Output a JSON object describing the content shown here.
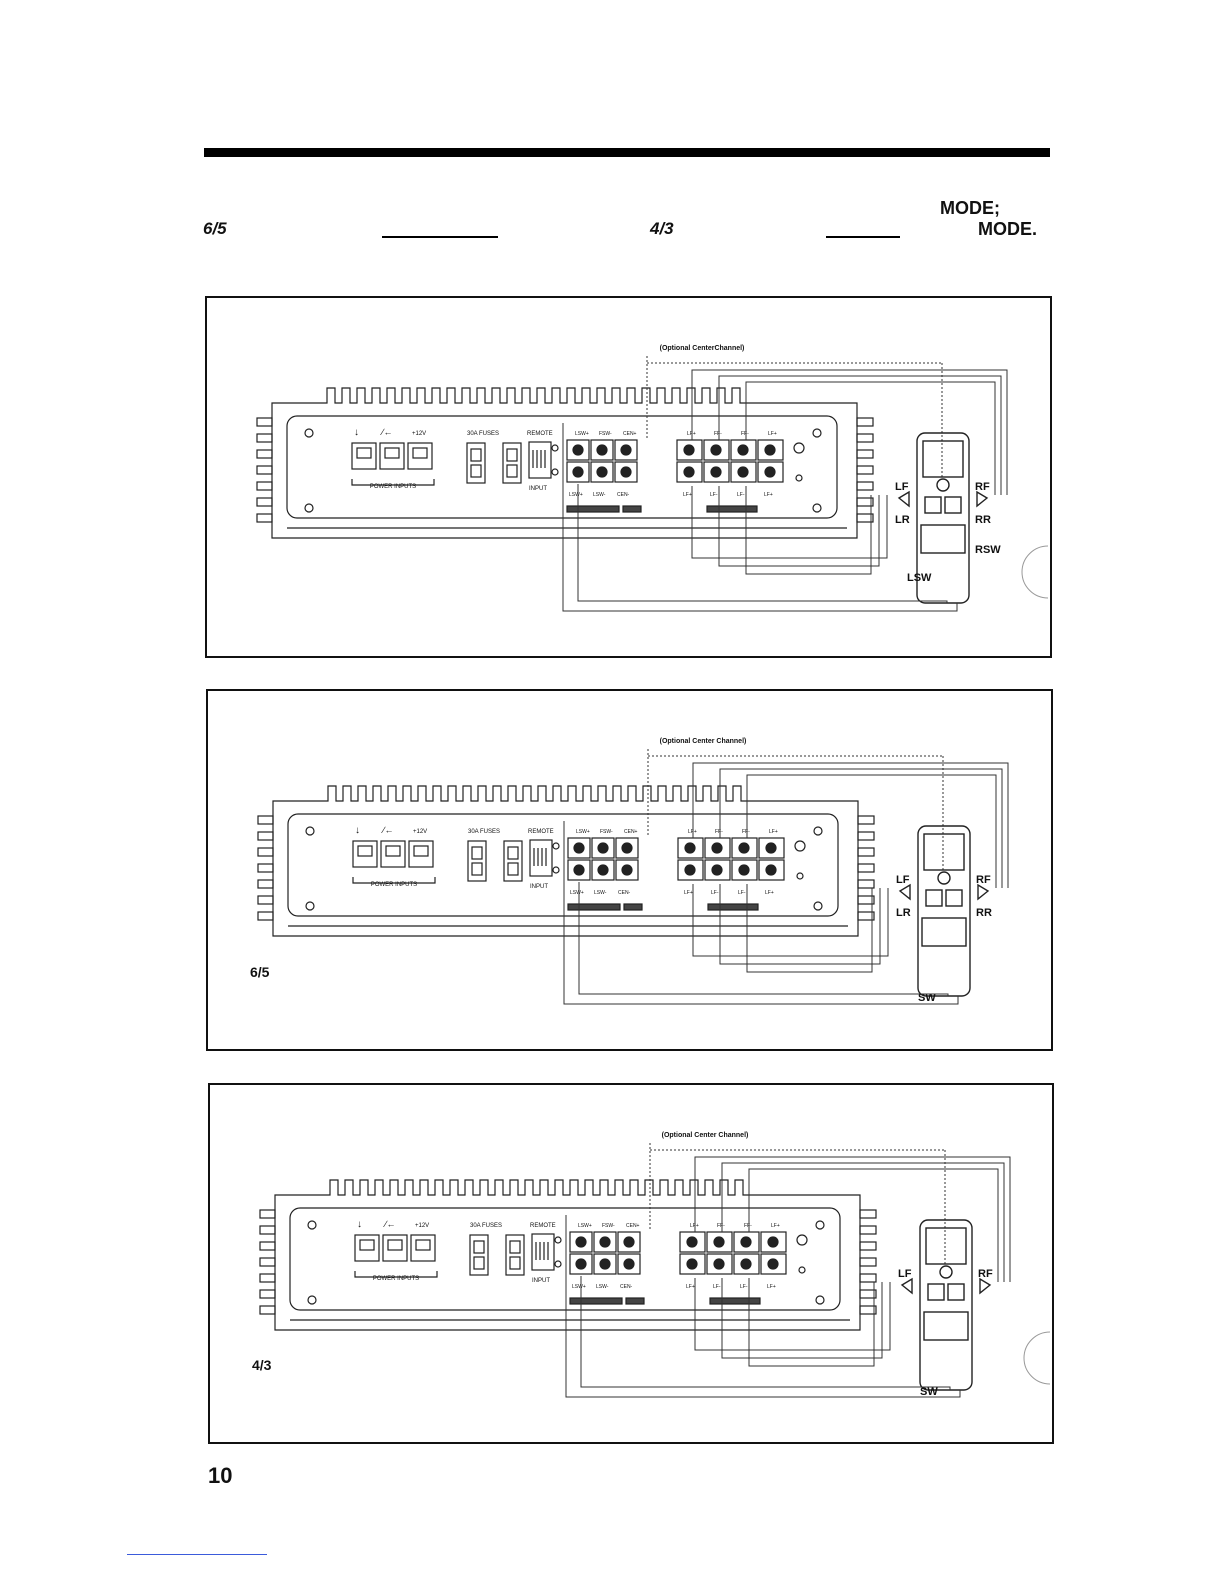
{
  "header": {
    "mode_1": "MODE;",
    "ratio_65": "6/5",
    "ratio_43": "4/3",
    "mode_2": "MODE."
  },
  "diagrams": [
    {
      "optional_center": "(Optional CenterChannel)",
      "mode_tag": "",
      "speakers": [
        "LF",
        "RF",
        "LR",
        "RR",
        "RSW",
        "LSW"
      ]
    },
    {
      "optional_center": "(Optional Center Channel)",
      "mode_tag": "6/5",
      "speakers": [
        "LF",
        "RF",
        "LR",
        "RR",
        "SW"
      ]
    },
    {
      "optional_center": "(Optional Center Channel)",
      "mode_tag": "4/3",
      "speakers": [
        "LF",
        "RF",
        "SW"
      ]
    }
  ],
  "amp_labels": {
    "power_inputs": "POWER INPUTS",
    "plus12v": "+12V",
    "fuses": "30A FUSES",
    "remote": "REMOTE",
    "input": "INPUT",
    "sub_top": [
      "LSW+",
      "FSW-",
      "CEN+"
    ],
    "sub_bottom": [
      "LSW+",
      "LSW-",
      "CEN-"
    ],
    "sat_top": [
      "LF+",
      "FF-",
      "FF-",
      "LF+"
    ],
    "sat_bottom": [
      "LF+",
      "LF-",
      "LF-",
      "LF+"
    ]
  },
  "page_number": "10"
}
